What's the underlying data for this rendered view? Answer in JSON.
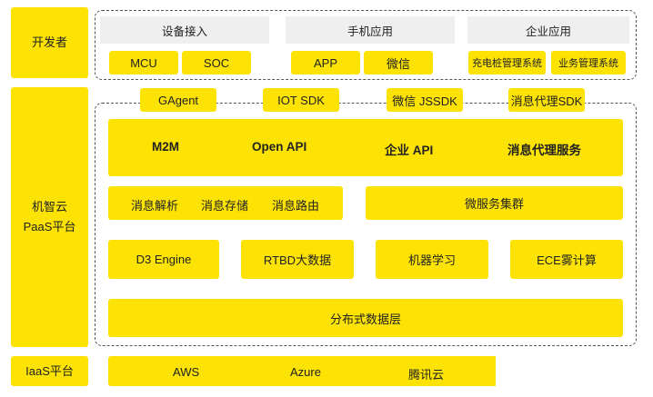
{
  "layers": {
    "developer": "开发者",
    "paas_line1": "机智云",
    "paas_line2": "PaaS平台",
    "iaas": "IaaS平台"
  },
  "developer_groups": [
    {
      "title": "设备接入",
      "items": [
        "MCU",
        "SOC"
      ]
    },
    {
      "title": "手机应用",
      "items": [
        "APP",
        "微信"
      ]
    },
    {
      "title": "企业应用",
      "items": [
        "充电桩管理系统",
        "业务管理系统"
      ]
    }
  ],
  "sdks": [
    "GAgent",
    "IOT SDK",
    "微信 JSSDK",
    "消息代理SDK"
  ],
  "services": [
    "M2M",
    "Open API",
    "企业 API",
    "消息代理服务"
  ],
  "messaging": [
    "消息解析",
    "消息存储",
    "消息路由"
  ],
  "microservice": "微服务集群",
  "engines": [
    "D3 Engine",
    "RTBD大数据",
    "机器学习",
    "ECE雾计算"
  ],
  "data_layer": "分布式数据层",
  "iaas_providers": [
    "AWS",
    "Azure",
    "腾讯云"
  ],
  "colors": {
    "accent": "#fce304",
    "header_bg": "#efefef",
    "border": "#555555"
  }
}
